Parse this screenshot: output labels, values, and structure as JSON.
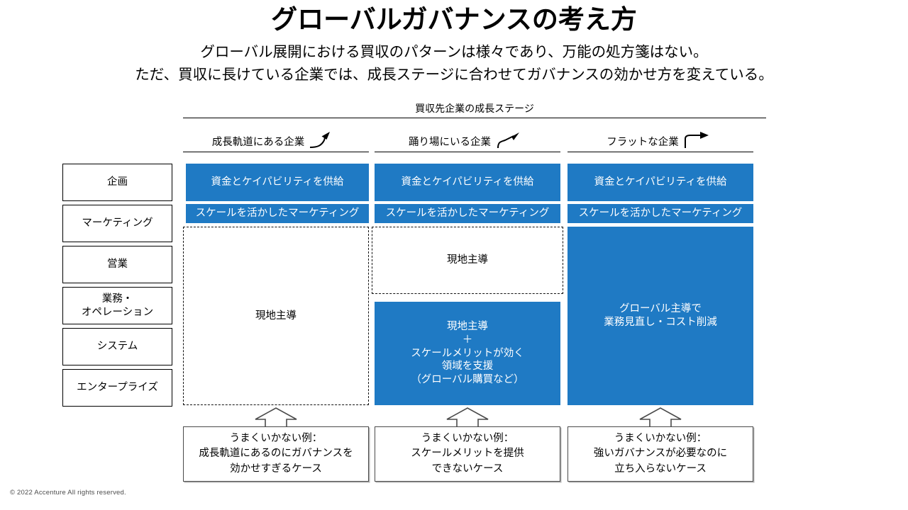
{
  "slide": {
    "title": "グローバルガバナンスの考え方",
    "subtitle_lines": [
      "グローバル展開における買収のパターンは様々であり、万能の処方箋はない。",
      "ただ、買収に長けている企業では、成長ステージに合わせてガバナンスの効かせ方を変えている。"
    ],
    "axis_caption": "買収先企業の成長ステージ",
    "footer": "© 2022 Accenture  All rights reserved."
  },
  "colors": {
    "accent_blue": "#1f7ac4",
    "text_black": "#000000",
    "callout_border": "#4a4a4a"
  },
  "columns": [
    {
      "label": "成長軌道にある企業",
      "arrow_icon": "j-curve-up-arrow-icon"
    },
    {
      "label": "踊り場にいる企業",
      "arrow_icon": "s-curve-up-arrow-icon"
    },
    {
      "label": "フラットな企業",
      "arrow_icon": "flat-elbow-right-arrow-icon"
    }
  ],
  "rows": [
    {
      "label": "企画"
    },
    {
      "label": "マーケティング"
    },
    {
      "label": "営業"
    },
    {
      "label": "業務・\nオペレーション"
    },
    {
      "label": "システム"
    },
    {
      "label": "エンタープライズ"
    }
  ],
  "row_labels": {
    "kikaku": "企画",
    "marketing": "マーケティング",
    "eigyo": "営業",
    "gyomu_line1": "業務・",
    "gyomu_line2": "オペレーション",
    "system": "システム",
    "enterprise": "エンタープライズ"
  },
  "matrix": {
    "col1": {
      "supply": "資金とケイパビリティを供給",
      "marketing": "スケールを活かしたマーケティング",
      "local": "現地主導"
    },
    "col2": {
      "supply": "資金とケイパビリティを供給",
      "marketing": "スケールを活かしたマーケティング",
      "local": "現地主導",
      "blue_lines": [
        "現地主導",
        "＋",
        "スケールメリットが効く",
        "領域を支援",
        "（グローバル購買など）"
      ]
    },
    "col3": {
      "supply": "資金とケイパビリティを供給",
      "marketing": "スケールを活かしたマーケティング",
      "global_lines": [
        "グローバル主導で",
        "業務見直し・コスト削減"
      ]
    }
  },
  "callouts": [
    {
      "lines": [
        "うまくいかない例：",
        "成長軌道にあるのにガバナンスを",
        "効かせすぎるケース"
      ]
    },
    {
      "lines": [
        "うまくいかない例：",
        "スケールメリットを提供",
        "できないケース"
      ]
    },
    {
      "lines": [
        "うまくいかない例：",
        "強いガバナンスが必要なのに",
        "立ち入らないケース"
      ]
    }
  ]
}
